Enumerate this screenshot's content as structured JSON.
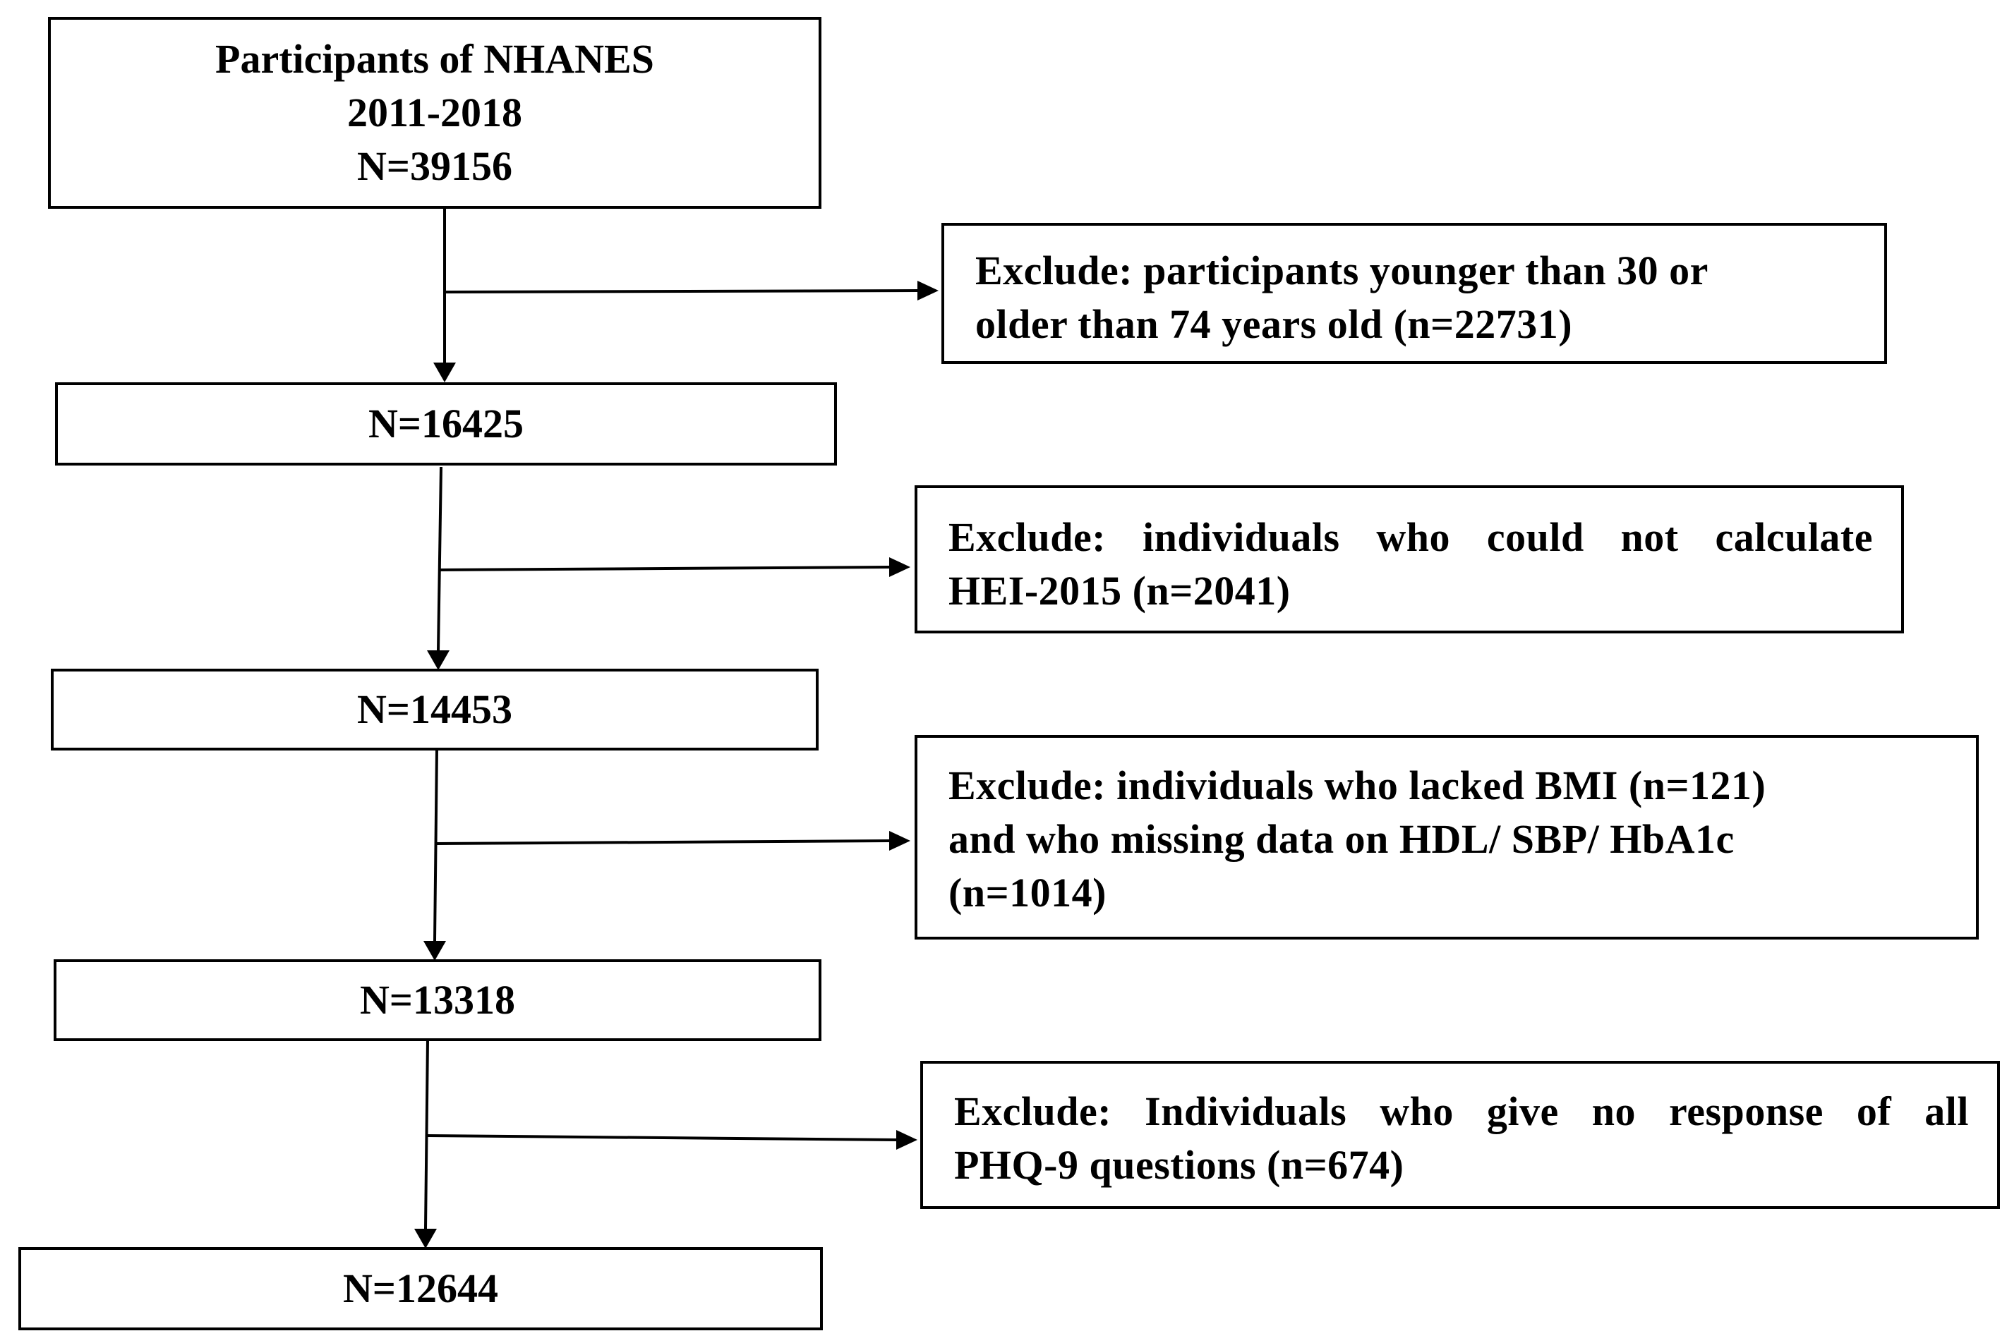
{
  "diagram": {
    "main_boxes": [
      {
        "lines": [
          "Participants of NHANES",
          "2011-2018",
          "N=39156"
        ]
      },
      {
        "lines": [
          "N=16425"
        ]
      },
      {
        "lines": [
          "N=14453"
        ]
      },
      {
        "lines": [
          "N=13318"
        ]
      },
      {
        "lines": [
          "N=12644"
        ]
      }
    ],
    "exclusion_boxes": [
      {
        "lines": [
          "Exclude: participants younger than 30 or",
          "older than 74 years old (n=22731)"
        ]
      },
      {
        "lines": [
          "Exclude: individuals who could not calculate",
          "HEI-2015 (n=2041)"
        ]
      },
      {
        "lines": [
          "Exclude: individuals who lacked BMI (n=121)",
          "and who missing data on HDL/ SBP/ HbA1c",
          "(n=1014)"
        ]
      },
      {
        "lines": [
          "Exclude: Individuals who give no response of all",
          "PHQ-9 questions (n=674)"
        ]
      }
    ],
    "colors": {
      "stroke": "#000000",
      "fill": "#ffffff"
    }
  }
}
